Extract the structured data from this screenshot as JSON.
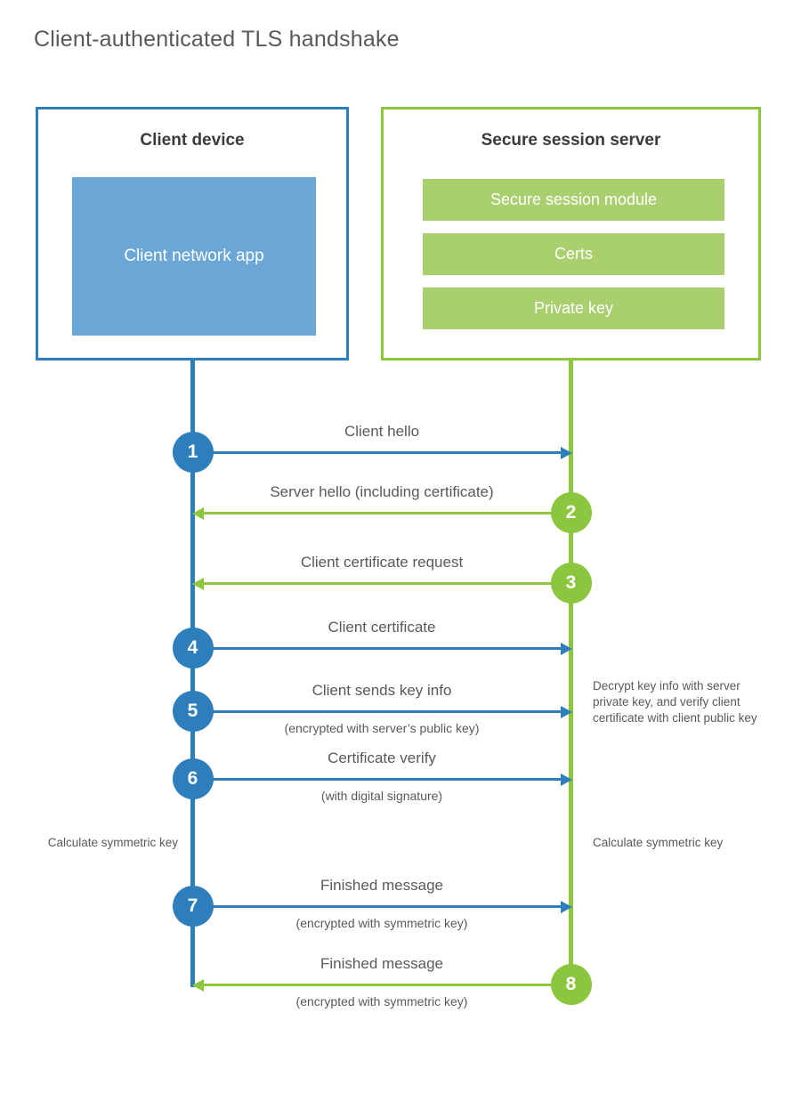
{
  "title": "Client-authenticated TLS handshake",
  "colors": {
    "blue": "#2e7ebb",
    "blue_light": "#6aa6d6",
    "green": "#8cc63e",
    "green_light": "#aacf6f",
    "text": "#58595b"
  },
  "client": {
    "title": "Client device",
    "app_label": "Client network app"
  },
  "server": {
    "title": "Secure session server",
    "bars": [
      {
        "label": "Secure session module"
      },
      {
        "label": "Certs"
      },
      {
        "label": "Private key"
      }
    ]
  },
  "notes": {
    "server_decrypt": "Decrypt key info with server private key, and verify client certificate with client public key",
    "client_calc": "Calculate symmetric key",
    "server_calc": "Calculate symmetric key"
  },
  "messages": [
    {
      "step": "1",
      "label": "Client hello",
      "sublabel": "",
      "direction": "client-to-server",
      "color": "blue"
    },
    {
      "step": "2",
      "label": "Server hello (including certificate)",
      "sublabel": "",
      "direction": "server-to-client",
      "color": "green"
    },
    {
      "step": "3",
      "label": "Client certificate request",
      "sublabel": "",
      "direction": "server-to-client",
      "color": "green"
    },
    {
      "step": "4",
      "label": "Client certificate",
      "sublabel": "",
      "direction": "client-to-server",
      "color": "blue"
    },
    {
      "step": "5",
      "label": "Client sends key info",
      "sublabel": "(encrypted with server’s public key)",
      "direction": "client-to-server",
      "color": "blue"
    },
    {
      "step": "6",
      "label": "Certificate verify",
      "sublabel": "(with digital signature)",
      "direction": "client-to-server",
      "color": "blue"
    },
    {
      "step": "7",
      "label": "Finished message",
      "sublabel": "(encrypted with symmetric key)",
      "direction": "client-to-server",
      "color": "blue"
    },
    {
      "step": "8",
      "label": "Finished message",
      "sublabel": "(encrypted with symmetric key)",
      "direction": "server-to-client",
      "color": "green"
    }
  ]
}
